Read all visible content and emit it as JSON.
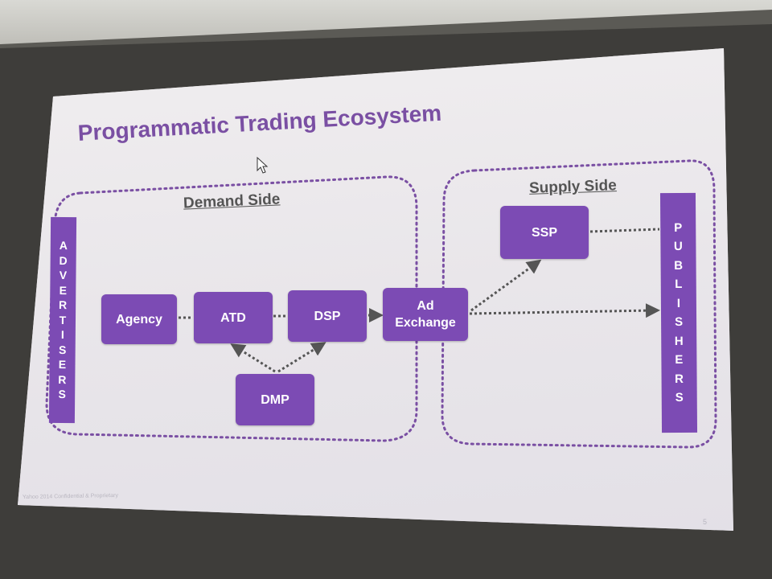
{
  "slide": {
    "title": "Programmatic Trading Ecosystem",
    "footer": "Yahoo 2014 Confidential & Proprietary",
    "page_number": "5"
  },
  "demand_side": {
    "label": "Demand Side",
    "advertisers_letters": [
      "A",
      "D",
      "V",
      "E",
      "R",
      "T",
      "I",
      "S",
      "E",
      "R",
      "S"
    ],
    "agency": "Agency",
    "atd": "ATD",
    "dsp": "DSP",
    "dmp": "DMP"
  },
  "exchange": {
    "line1": "Ad",
    "line2": "Exchange"
  },
  "supply_side": {
    "label": "Supply Side",
    "ssp": "SSP",
    "publishers_letters": [
      "P",
      "U",
      "B",
      "L",
      "I",
      "S",
      "H",
      "E",
      "R",
      "S"
    ]
  },
  "colors": {
    "box": "#7c4bb4",
    "title": "#7a4fa3",
    "connector": "#555555"
  }
}
